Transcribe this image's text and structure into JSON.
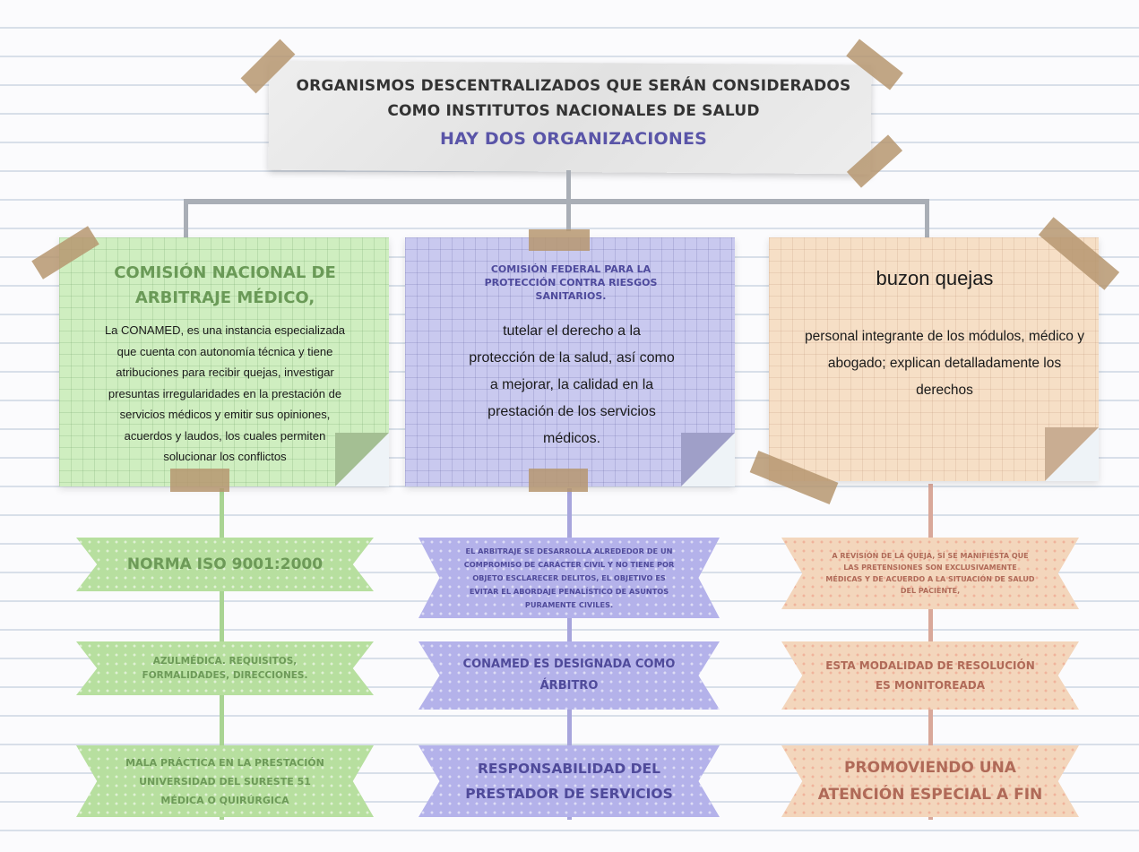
{
  "header": {
    "line1": "ORGANISMOS DESCENTRALIZADOS QUE SERÁN CONSIDERADOS",
    "line2": "COMO INSTITUTOS NACIONALES DE SALUD",
    "line3": "HAY DOS ORGANIZACIONES"
  },
  "cards": [
    {
      "title_lines": [
        "COMISIÓN NACIONAL DE",
        "ARBITRAJE MÉDICO,"
      ],
      "body_lines": [
        "La CONAMED, es una instancia especializada",
        "que cuenta con autonomía técnica y tiene",
        "atribuciones para recibir quejas, investigar",
        "presuntas irregularidades en la prestación de",
        "servicios médicos y emitir sus opiniones,",
        "acuerdos y laudos, los cuales permiten",
        "solucionar los conflictos"
      ]
    },
    {
      "title_lines": [
        "COMISIÓN FEDERAL PARA LA",
        "PROTECCIÓN CONTRA RIESGOS",
        "SANITARIOS."
      ],
      "body_lines": [
        "tutelar el derecho a la",
        "protección de la salud, así como",
        "a mejorar, la calidad en la",
        "prestación de los servicios",
        "médicos."
      ]
    },
    {
      "title_lines": [
        "buzon quejas"
      ],
      "body_lines": [
        "personal integrante de los módulos, médico y",
        "abogado; explican detalladamente los",
        "derechos"
      ]
    }
  ],
  "banners": {
    "green": [
      [
        "NORMA ISO 9001:2000"
      ],
      [
        "AZULMÉDICA. REQUISITOS,",
        "FORMALIDADES, DIRECCIONES."
      ],
      [
        "MALA PRÁCTICA EN LA PRESTACIÓN",
        "UNIVERSIDAD DEL SURESTE 51",
        "MÉDICA O QUIRÚRGICA"
      ]
    ],
    "blue": [
      [
        "EL ARBITRAJE SE DESARROLLA ALREDEDOR DE UN",
        "COMPROMISO DE CARÁCTER CIVIL Y NO TIENE POR",
        "OBJETO ESCLARECER DELITOS, EL OBJETIVO ES",
        "EVITAR EL ABORDAJE PENALÍSTICO DE ASUNTOS",
        "PURAMENTE CIVILES."
      ],
      [
        "CONAMED ES DESIGNADA COMO",
        "ÁRBITRO"
      ],
      [
        "RESPONSABILIDAD DEL",
        "PRESTADOR DE SERVICIOS"
      ]
    ],
    "orange": [
      [
        "A REVISIÓN DE LA QUEJA, SÍ SE MANIFIESTA QUE",
        "LAS PRETENSIONES SON EXCLUSIVAMENTE",
        "MÉDICAS Y DE ACUERDO A LA SITUACIÓN DE SALUD",
        "DEL PACIENTE,"
      ],
      [
        "ESTA MODALIDAD DE RESOLUCIÓN",
        "ES MONITOREADA"
      ],
      [
        "PROMOVIENDO UNA",
        "ATENCIÓN ESPECIAL A FIN"
      ]
    ]
  },
  "colors": {
    "green_card": "#cfeec0",
    "blue_card": "#c9c9ef",
    "orange_card": "#f6dfc6",
    "tape": "#b69670",
    "header_accent": "#5a55a8",
    "card1_title": "#6a9a57",
    "card2_title": "#4e4a9c"
  }
}
